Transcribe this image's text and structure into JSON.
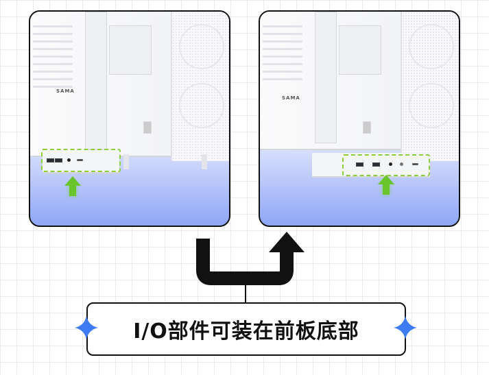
{
  "left_panel": {
    "brand": "SAMA"
  },
  "right_panel": {
    "brand": "SAMA"
  },
  "caption": {
    "text": "I/O部件可装在前板底部"
  },
  "colors": {
    "arrow_green": "#6ac42c",
    "dash_green": "#8ccf3a",
    "sparkle_blue": "#3d7cf2",
    "bg_blue": "#8ea6f6"
  },
  "icons": {
    "flow": "u-turn-arrow-icon",
    "sparkle": "four-point-star-icon",
    "indicator": "up-arrow-icon"
  }
}
